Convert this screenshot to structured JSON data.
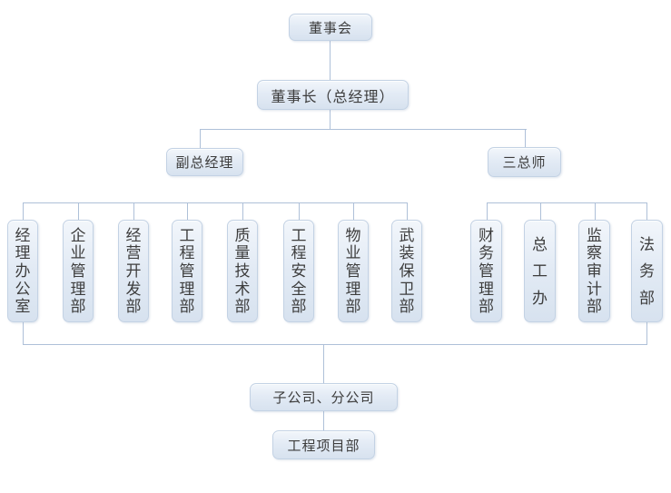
{
  "diagram": {
    "type": "org-chart",
    "nodes": {
      "board": "董事会",
      "chairman": "董事长（总经理）",
      "deputy_general_manager": "副总经理",
      "three_chief_engineers": "三总师",
      "left_departments": [
        "经理办公室",
        "企业管理部",
        "经营开发部",
        "工程管理部",
        "质量技术部",
        "工程安全部",
        "物业管理部",
        "武装保卫部"
      ],
      "right_departments": [
        "财务管理部",
        "总工办",
        "监察审计部",
        "法务部"
      ],
      "subsidiaries": "子公司、分公司",
      "project_department": "工程项目部"
    },
    "colors": {
      "background": "#ffffff",
      "node_fill_top": "#f2f6fb",
      "node_fill_bottom": "#d7e2ef",
      "node_border": "#c3d2e4",
      "connector": "#aec0d8",
      "text": "#3d3d3d"
    }
  }
}
